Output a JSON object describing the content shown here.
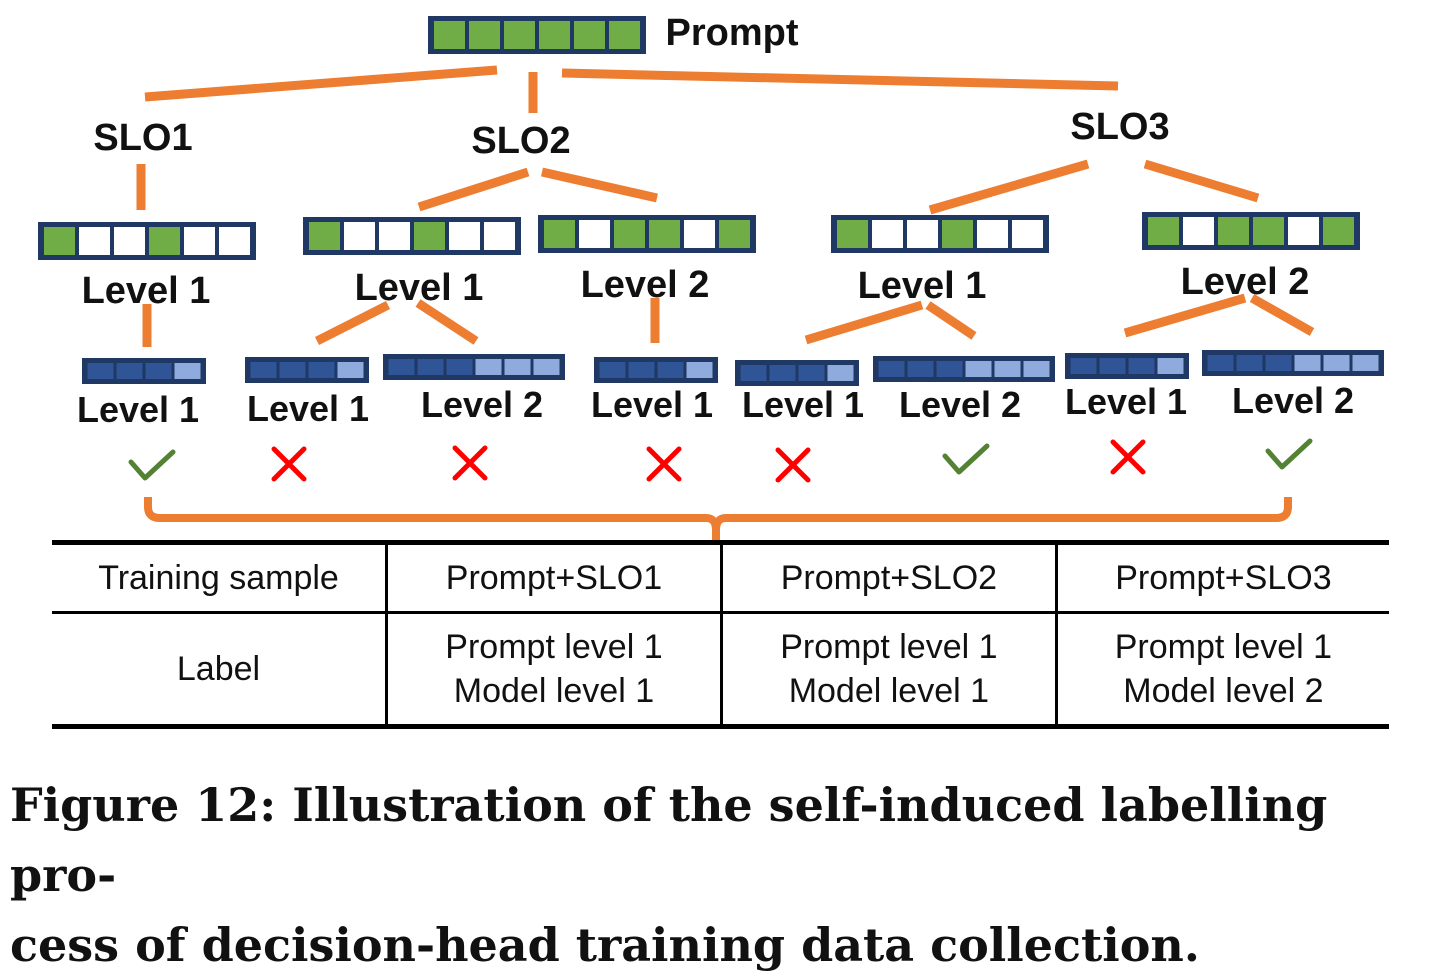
{
  "prompt": {
    "label": "Prompt",
    "tokens": [
      "g",
      "g",
      "g",
      "g",
      "g",
      "g"
    ]
  },
  "slos": [
    {
      "name": "SLO1",
      "levels": [
        {
          "label": "Level 1",
          "tokens": [
            "g",
            "w",
            "w",
            "g",
            "w",
            "w"
          ],
          "models": [
            {
              "label": "Level 1",
              "tokens": [
                "d",
                "d",
                "d",
                "l"
              ],
              "result": "check"
            }
          ]
        }
      ]
    },
    {
      "name": "SLO2",
      "levels": [
        {
          "label": "Level 1",
          "tokens": [
            "g",
            "w",
            "w",
            "g",
            "w",
            "w"
          ],
          "models": [
            {
              "label": "Level 1",
              "tokens": [
                "d",
                "d",
                "d",
                "l"
              ],
              "result": "cross"
            },
            {
              "label": "Level 2",
              "tokens": [
                "d",
                "d",
                "d",
                "l",
                "l",
                "l"
              ],
              "result": "cross"
            }
          ]
        },
        {
          "label": "Level 2",
          "tokens": [
            "g",
            "w",
            "g",
            "g",
            "w",
            "g"
          ],
          "models": [
            {
              "label": "Level 1",
              "tokens": [
                "d",
                "d",
                "d",
                "l"
              ],
              "result": "cross"
            }
          ]
        }
      ]
    },
    {
      "name": "SLO3",
      "levels": [
        {
          "label": "Level 1",
          "tokens": [
            "g",
            "w",
            "w",
            "g",
            "w",
            "w"
          ],
          "models": [
            {
              "label": "Level 1",
              "tokens": [
                "d",
                "d",
                "d",
                "l"
              ],
              "result": "cross"
            },
            {
              "label": "Level 2",
              "tokens": [
                "d",
                "d",
                "d",
                "l",
                "l",
                "l"
              ],
              "result": "check"
            }
          ]
        },
        {
          "label": "Level 2",
          "tokens": [
            "g",
            "w",
            "g",
            "g",
            "w",
            "g"
          ],
          "models": [
            {
              "label": "Level 1",
              "tokens": [
                "d",
                "d",
                "d",
                "l"
              ],
              "result": "cross"
            },
            {
              "label": "Level 2",
              "tokens": [
                "d",
                "d",
                "d",
                "l",
                "l",
                "l"
              ],
              "result": "check"
            }
          ]
        }
      ]
    }
  ],
  "table": {
    "sample_header": "Training sample",
    "label_header": "Label",
    "columns": [
      {
        "sample": "Prompt+SLO1",
        "prompt_level": "Prompt level 1",
        "model_level": "Model level 1"
      },
      {
        "sample": "Prompt+SLO2",
        "prompt_level": "Prompt level 1",
        "model_level": "Model level 1"
      },
      {
        "sample": "Prompt+SLO3",
        "prompt_level": "Prompt level 1",
        "model_level": "Model level 2"
      }
    ]
  },
  "caption": {
    "line1": "Figure 12: Illustration of the self-induced labelling pro-",
    "line2": "cess of decision-head training data collection."
  },
  "colors": {
    "line": "#ED7D31",
    "green": "#70AD47",
    "navy": "#1F3864",
    "token_dark": "#2F5597",
    "token_light": "#8FAADC",
    "check": "#548235",
    "cross": "#FF0000"
  }
}
